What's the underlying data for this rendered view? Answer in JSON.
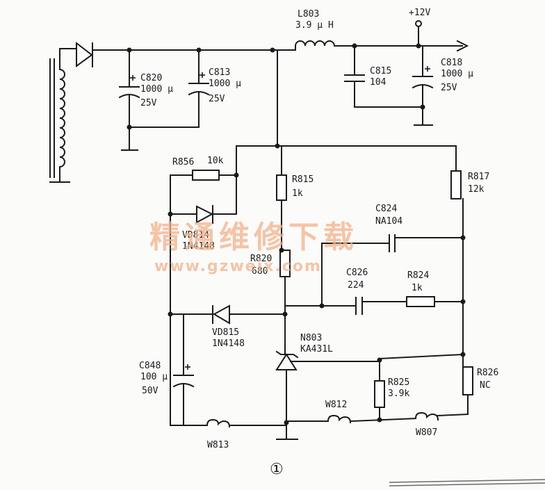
{
  "labels": {
    "l803_name": "L803",
    "l803_val": "3.9 μ H",
    "v12": "+12V",
    "c820_name": "C820",
    "c820_cap": "1000 μ",
    "c820_v": "25V",
    "c813_name": "C813",
    "c813_cap": "1000 μ",
    "c813_v": "25V",
    "c815_name": "C815",
    "c815_val": "104",
    "c818_name": "C818",
    "c818_cap": "1000 μ",
    "c818_v": "25V",
    "r856_name": "R856",
    "r856_val": "10k",
    "r815_name": "R815",
    "r815_val": "1k",
    "r817_name": "R817",
    "r817_val": "12k",
    "c824_name": "C824",
    "c824_val": "NA104",
    "vd814_name": "VD814",
    "vd814_val": "1N4148",
    "r820_name": "R820",
    "r820_val": "680",
    "c826_name": "C826",
    "c826_val": "224",
    "r824_name": "R824",
    "r824_val": "1k",
    "vd815_name": "VD815",
    "vd815_val": "1N4148",
    "n803_name": "N803",
    "n803_val": "KA431L",
    "r826_name": "R826",
    "r826_val": "NC",
    "c848_name": "C848",
    "c848_cap": "100 μ",
    "c848_v": "50V",
    "r825_name": "R825",
    "r825_val": "3.9k",
    "w812": "W812",
    "w813": "W813",
    "w807": "W807",
    "figure_number": "①"
  },
  "watermark": {
    "line1": "精通维修下载",
    "line2": "www.gzweix.com",
    "color": "#f2b28c"
  }
}
